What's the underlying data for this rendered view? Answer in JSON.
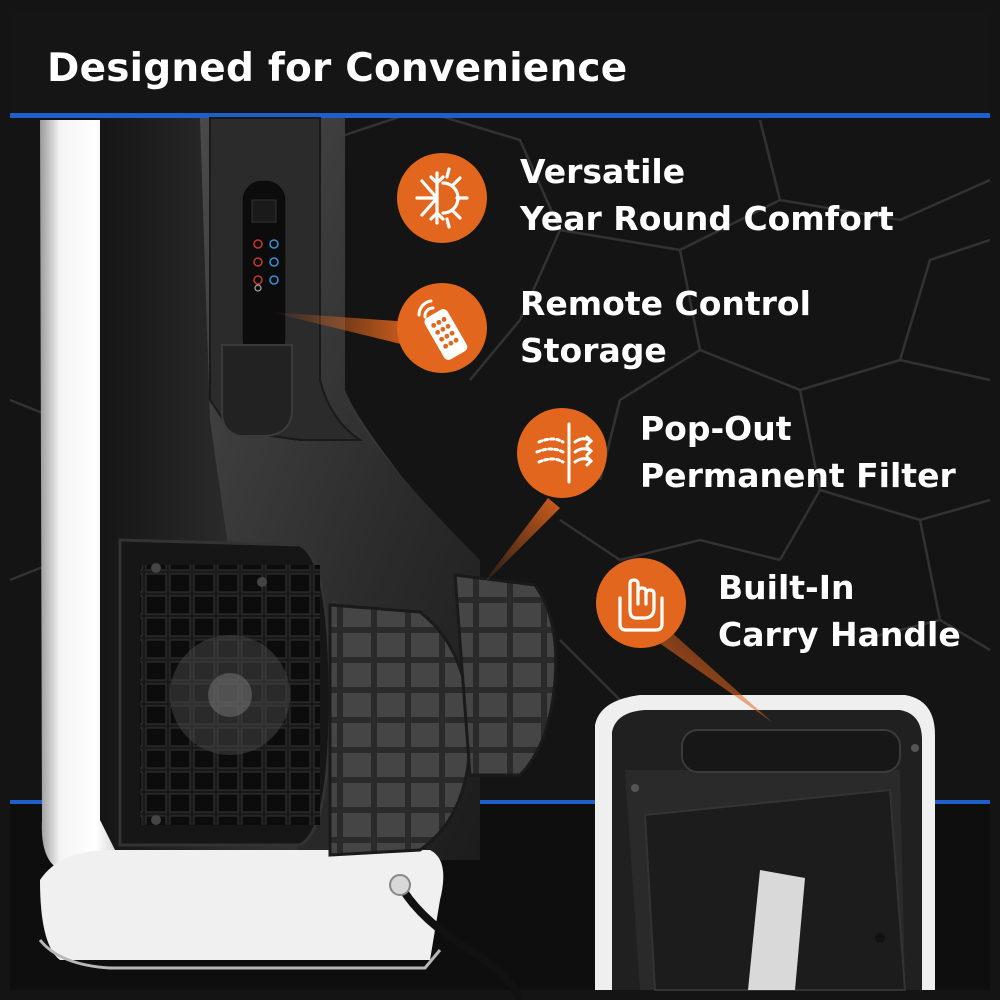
{
  "header": {
    "title": "Designed for Convenience"
  },
  "features": [
    {
      "icon": "snowflake-sun-icon",
      "line1": "Versatile",
      "line2": "Year Round Comfort"
    },
    {
      "icon": "remote-control-icon",
      "line1": "Remote Control",
      "line2": "Storage"
    },
    {
      "icon": "air-filter-icon",
      "line1": "Pop-Out",
      "line2": "Permanent Filter"
    },
    {
      "icon": "hand-handle-icon",
      "line1": "Built-In",
      "line2": "Carry Handle"
    }
  ],
  "colors": {
    "accent_orange": "#e3661e",
    "accent_blue": "#1f5fc9",
    "background": "#141414",
    "text": "#ffffff"
  }
}
